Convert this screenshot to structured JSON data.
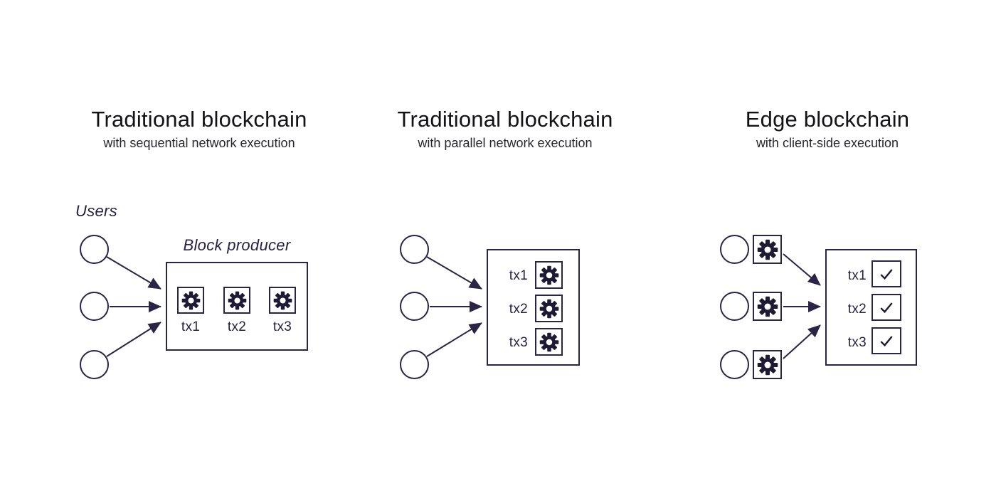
{
  "columns": [
    {
      "title": "Traditional blockchain",
      "subtitle": "with sequential network execution"
    },
    {
      "title": "Traditional blockchain",
      "subtitle": "with parallel network execution"
    },
    {
      "title": "Edge blockchain",
      "subtitle": "with client-side execution"
    }
  ],
  "diagrams": [
    {
      "users_label": "Users",
      "box_label": "Block producer",
      "tx": [
        "tx1",
        "tx2",
        "tx3"
      ]
    },
    {
      "tx": [
        "tx1",
        "tx2",
        "tx3"
      ]
    },
    {
      "tx": [
        "tx1",
        "tx2",
        "tx3"
      ]
    }
  ],
  "icons": {
    "gear": "gear-icon",
    "check": "check-icon",
    "user": "user-circle"
  },
  "colors": {
    "stroke": "#2b2447",
    "text": "#271f44",
    "gear_fill": "#1f1a33",
    "heading": "#131316",
    "subheading": "#26262c",
    "background": "#ffffff"
  }
}
